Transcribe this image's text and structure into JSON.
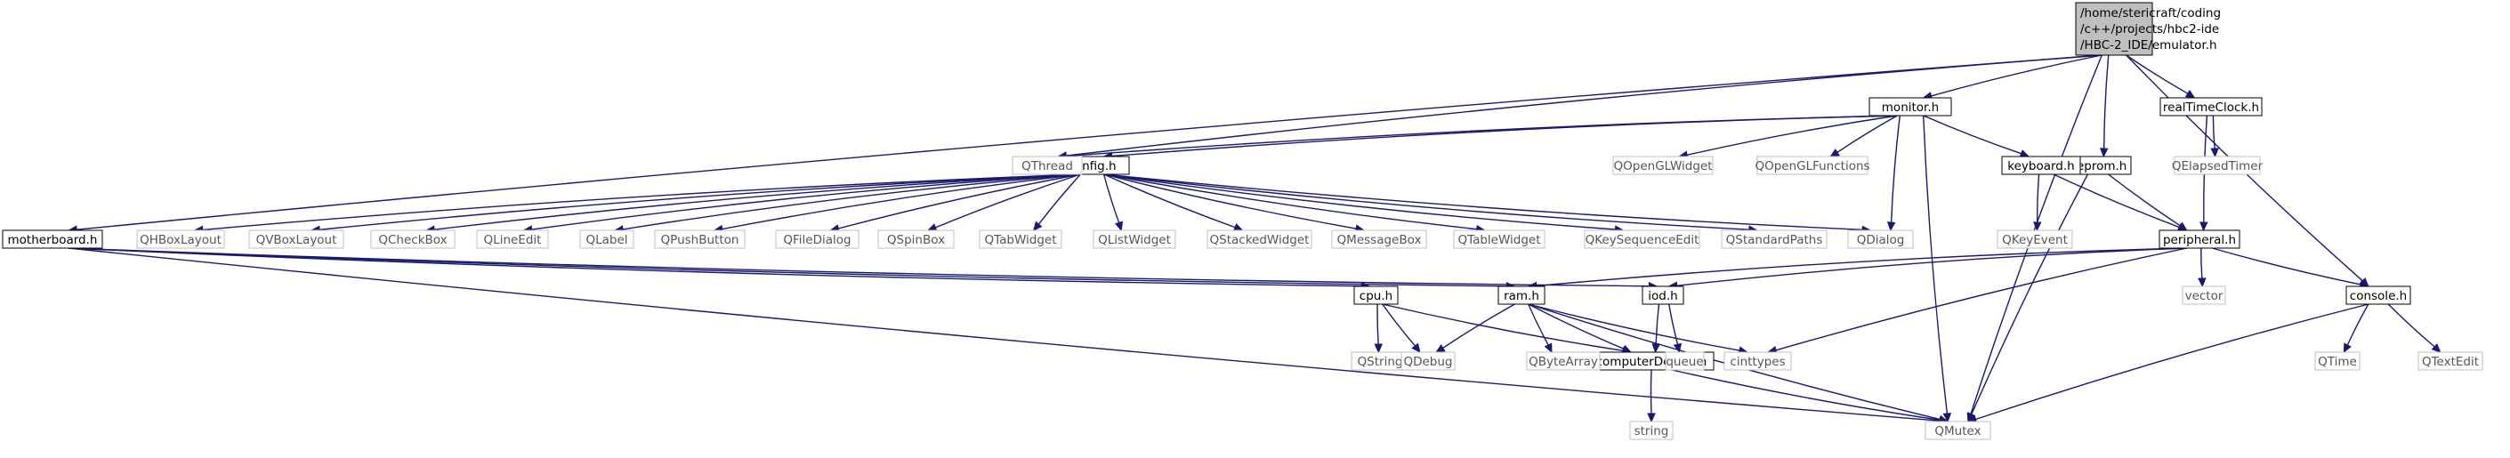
{
  "graph": {
    "root": {
      "id": "emulator",
      "lines": [
        "/home/stericraft/coding",
        "/c++/projects/hbc2-ide",
        "/HBC-2_IDE/emulator.h"
      ]
    },
    "nodes": [
      {
        "id": "monitor",
        "label": "monitor.h",
        "kind": "file"
      },
      {
        "id": "realtimeclock",
        "label": "realTimeClock.h",
        "kind": "file"
      },
      {
        "id": "eeprom",
        "label": "eeprom.h",
        "kind": "file"
      },
      {
        "id": "config",
        "label": "config.h",
        "kind": "file"
      },
      {
        "id": "keyboard",
        "label": "keyboard.h",
        "kind": "file"
      },
      {
        "id": "motherboard",
        "label": "motherboard.h",
        "kind": "file"
      },
      {
        "id": "peripheral",
        "label": "peripheral.h",
        "kind": "file"
      },
      {
        "id": "cpu",
        "label": "cpu.h",
        "kind": "file"
      },
      {
        "id": "ram",
        "label": "ram.h",
        "kind": "file"
      },
      {
        "id": "iod",
        "label": "iod.h",
        "kind": "file"
      },
      {
        "id": "console",
        "label": "console.h",
        "kind": "file"
      },
      {
        "id": "computerdetails",
        "label": "computerDetails.h",
        "kind": "file"
      },
      {
        "id": "qthread",
        "label": "QThread",
        "kind": "ext"
      },
      {
        "id": "qopenglwidget",
        "label": "QOpenGLWidget",
        "kind": "ext"
      },
      {
        "id": "qopenglfunctions",
        "label": "QOpenGLFunctions",
        "kind": "ext"
      },
      {
        "id": "qelapsedtimer",
        "label": "QElapsedTimer",
        "kind": "ext"
      },
      {
        "id": "qhboxlayout",
        "label": "QHBoxLayout",
        "kind": "ext"
      },
      {
        "id": "qvboxlayout",
        "label": "QVBoxLayout",
        "kind": "ext"
      },
      {
        "id": "qcheckbox",
        "label": "QCheckBox",
        "kind": "ext"
      },
      {
        "id": "qlineedit",
        "label": "QLineEdit",
        "kind": "ext"
      },
      {
        "id": "qlabel",
        "label": "QLabel",
        "kind": "ext"
      },
      {
        "id": "qpushbutton",
        "label": "QPushButton",
        "kind": "ext"
      },
      {
        "id": "qfiledialog",
        "label": "QFileDialog",
        "kind": "ext"
      },
      {
        "id": "qspinbox",
        "label": "QSpinBox",
        "kind": "ext"
      },
      {
        "id": "qtabwidget",
        "label": "QTabWidget",
        "kind": "ext"
      },
      {
        "id": "qlistwidget",
        "label": "QListWidget",
        "kind": "ext"
      },
      {
        "id": "qstackedwidget",
        "label": "QStackedWidget",
        "kind": "ext"
      },
      {
        "id": "qmessagebox",
        "label": "QMessageBox",
        "kind": "ext"
      },
      {
        "id": "qtablewidget",
        "label": "QTableWidget",
        "kind": "ext"
      },
      {
        "id": "qkeysequenceedit",
        "label": "QKeySequenceEdit",
        "kind": "ext"
      },
      {
        "id": "qstandardpaths",
        "label": "QStandardPaths",
        "kind": "ext"
      },
      {
        "id": "qdialog",
        "label": "QDialog",
        "kind": "ext"
      },
      {
        "id": "qkeyevent",
        "label": "QKeyEvent",
        "kind": "ext"
      },
      {
        "id": "vector",
        "label": "vector",
        "kind": "ext"
      },
      {
        "id": "qstring",
        "label": "QString",
        "kind": "ext"
      },
      {
        "id": "qdebug",
        "label": "QDebug",
        "kind": "ext"
      },
      {
        "id": "qbytearray",
        "label": "QByteArray",
        "kind": "ext"
      },
      {
        "id": "queue",
        "label": "queue",
        "kind": "ext"
      },
      {
        "id": "cinttypes",
        "label": "cinttypes",
        "kind": "ext"
      },
      {
        "id": "qtime",
        "label": "QTime",
        "kind": "ext"
      },
      {
        "id": "qtextedit",
        "label": "QTextEdit",
        "kind": "ext"
      },
      {
        "id": "string",
        "label": "string",
        "kind": "ext"
      },
      {
        "id": "qmutex",
        "label": "QMutex",
        "kind": "ext"
      }
    ],
    "edges": [
      [
        "emulator",
        "monitor"
      ],
      [
        "emulator",
        "realtimeclock"
      ],
      [
        "emulator",
        "eeprom"
      ],
      [
        "emulator",
        "qthread"
      ],
      [
        "emulator",
        "motherboard"
      ],
      [
        "emulator",
        "console"
      ],
      [
        "emulator",
        "qmutex"
      ],
      [
        "monitor",
        "qthread"
      ],
      [
        "monitor",
        "config"
      ],
      [
        "monitor",
        "qopenglwidget"
      ],
      [
        "monitor",
        "qopenglfunctions"
      ],
      [
        "monitor",
        "keyboard"
      ],
      [
        "monitor",
        "qdialog"
      ],
      [
        "monitor",
        "qmutex"
      ],
      [
        "realtimeclock",
        "qelapsedtimer"
      ],
      [
        "realtimeclock",
        "peripheral"
      ],
      [
        "eeprom",
        "peripheral"
      ],
      [
        "eeprom",
        "qmutex"
      ],
      [
        "keyboard",
        "qkeyevent"
      ],
      [
        "keyboard",
        "peripheral"
      ],
      [
        "config",
        "qhboxlayout"
      ],
      [
        "config",
        "qvboxlayout"
      ],
      [
        "config",
        "qcheckbox"
      ],
      [
        "config",
        "qlineedit"
      ],
      [
        "config",
        "qlabel"
      ],
      [
        "config",
        "qpushbutton"
      ],
      [
        "config",
        "qfiledialog"
      ],
      [
        "config",
        "qspinbox"
      ],
      [
        "config",
        "qtabwidget"
      ],
      [
        "config",
        "qlistwidget"
      ],
      [
        "config",
        "qstackedwidget"
      ],
      [
        "config",
        "qmessagebox"
      ],
      [
        "config",
        "qtablewidget"
      ],
      [
        "config",
        "qkeysequenceedit"
      ],
      [
        "config",
        "qstandardpaths"
      ],
      [
        "config",
        "qdialog"
      ],
      [
        "config",
        "qthread"
      ],
      [
        "motherboard",
        "cpu"
      ],
      [
        "motherboard",
        "ram"
      ],
      [
        "motherboard",
        "iod"
      ],
      [
        "motherboard",
        "qmutex"
      ],
      [
        "peripheral",
        "ram"
      ],
      [
        "peripheral",
        "iod"
      ],
      [
        "peripheral",
        "vector"
      ],
      [
        "peripheral",
        "console"
      ],
      [
        "peripheral",
        "cinttypes"
      ],
      [
        "cpu",
        "qstring"
      ],
      [
        "cpu",
        "qdebug"
      ],
      [
        "cpu",
        "computerdetails"
      ],
      [
        "ram",
        "qdebug"
      ],
      [
        "ram",
        "qbytearray"
      ],
      [
        "ram",
        "computerdetails"
      ],
      [
        "ram",
        "cinttypes"
      ],
      [
        "ram",
        "qmutex"
      ],
      [
        "iod",
        "queue"
      ],
      [
        "iod",
        "computerdetails"
      ],
      [
        "console",
        "qtime"
      ],
      [
        "console",
        "qtextedit"
      ],
      [
        "console",
        "qmutex"
      ],
      [
        "computerdetails",
        "string"
      ],
      [
        "computerdetails",
        "qmutex"
      ]
    ]
  }
}
